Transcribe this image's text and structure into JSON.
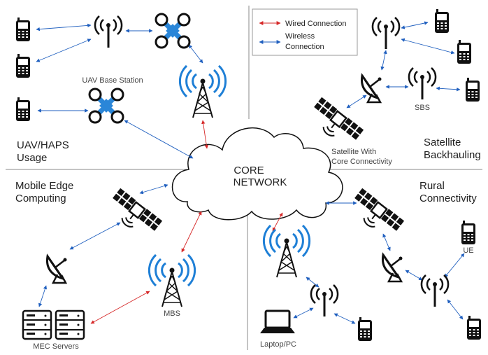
{
  "legend": {
    "wired": "Wired Connection",
    "wireless_line1": "Wireless",
    "wireless_line2": "Connection"
  },
  "core": {
    "line1": "CORE",
    "line2": "NETWORK"
  },
  "sections": {
    "uav_line1": "UAV/HAPS",
    "uav_line2": "Usage",
    "sat_line1": "Satellite",
    "sat_line2": "Backhauling",
    "mec_line1": "Mobile Edge",
    "mec_line2": "Computing",
    "rural_line1": "Rural",
    "rural_line2": "Connectivity"
  },
  "labels": {
    "uav_base_station": "UAV Base Station",
    "sbs": "SBS",
    "satellite_core_line1": "Satellite With",
    "satellite_core_line2": "Core Connectivity",
    "mbs": "MBS",
    "mec_servers": "MEC Servers",
    "ue": "UE",
    "laptop": "Laptop/PC"
  },
  "colors": {
    "wired": "#d62828",
    "wireless": "#1f5fbf",
    "antenna": "#1e7fd6",
    "uav": "#2a86d8"
  }
}
